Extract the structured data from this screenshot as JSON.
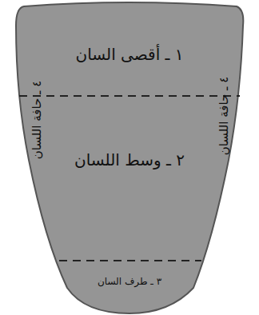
{
  "diagram": {
    "labels": [
      "١ ـ أقصى السان",
      "٢ ـ وسط اللسان",
      "٣ ـ طرف السان",
      "٤ ـ حافة اللسان",
      "٤ ـ حافة اللسان"
    ]
  }
}
